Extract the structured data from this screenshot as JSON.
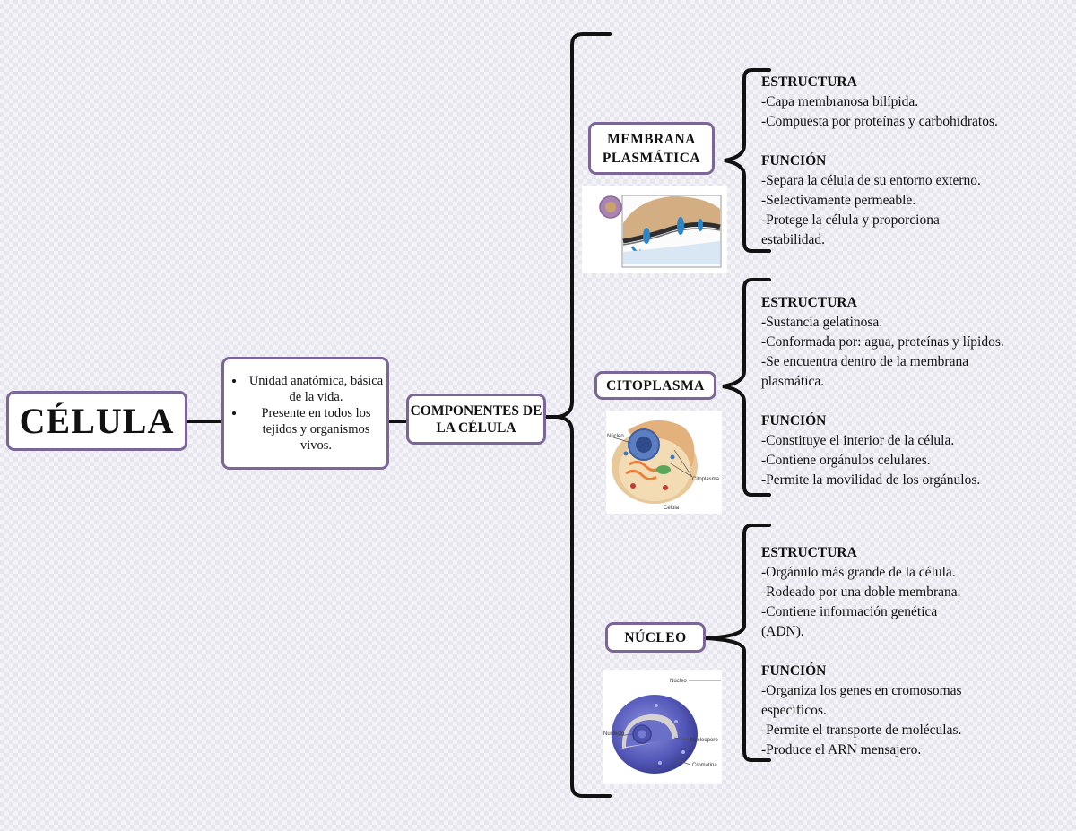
{
  "main": {
    "title": "CÉLULA"
  },
  "definition": {
    "items": [
      "Unidad anatómica, básica de la vida.",
      "Presente en todos los tejidos y organismos vivos."
    ]
  },
  "components": {
    "label": "COMPONENTES DE LA CÉLULA",
    "items": [
      {
        "name": "MEMBRANA PLASMÁTICA",
        "structure_heading": "ESTRUCTURA",
        "structure": [
          "-Capa membranosa bilípida.",
          "-Compuesta por proteínas y carbohidratos."
        ],
        "function_heading": "FUNCIÓN",
        "function": [
          "-Separa la célula de su entorno externo.",
          "-Selectivamente permeable.",
          "-Protege la célula y proporciona estabilidad."
        ]
      },
      {
        "name": "CITOPLASMA",
        "structure_heading": "ESTRUCTURA",
        "structure": [
          "-Sustancia gelatinosa.",
          "-Conformada por: agua, proteínas y lípidos.",
          "-Se encuentra dentro de la membrana plasmática."
        ],
        "function_heading": "FUNCIÓN",
        "function": [
          "-Constituye el interior de la célula.",
          "-Contiene orgánulos celulares.",
          "-Permite la movilidad de los orgánulos."
        ]
      },
      {
        "name": "NÚCLEO",
        "structure_heading": "ESTRUCTURA",
        "structure": [
          "-Orgánulo más grande de la célula.",
          "-Rodeado por una doble membrana.",
          "-Contiene información genética (ADN)."
        ],
        "function_heading": "FUNCIÓN",
        "function": [
          "-Organiza los genes en cromosomas específicos.",
          "-Permite el transporte de moléculas.",
          "-Produce el ARN mensajero."
        ]
      }
    ]
  },
  "images": {
    "cytoplasm": {
      "labels": [
        "Núcleo",
        "Citoplasma",
        "Célula"
      ]
    },
    "nucleus": {
      "labels": [
        "Núcleo",
        "Nucléolo",
        "Nucleoporo",
        "Cromatina"
      ]
    }
  },
  "colors": {
    "border": "#7c6597",
    "line": "#111111",
    "background": "#f4f3f7"
  }
}
